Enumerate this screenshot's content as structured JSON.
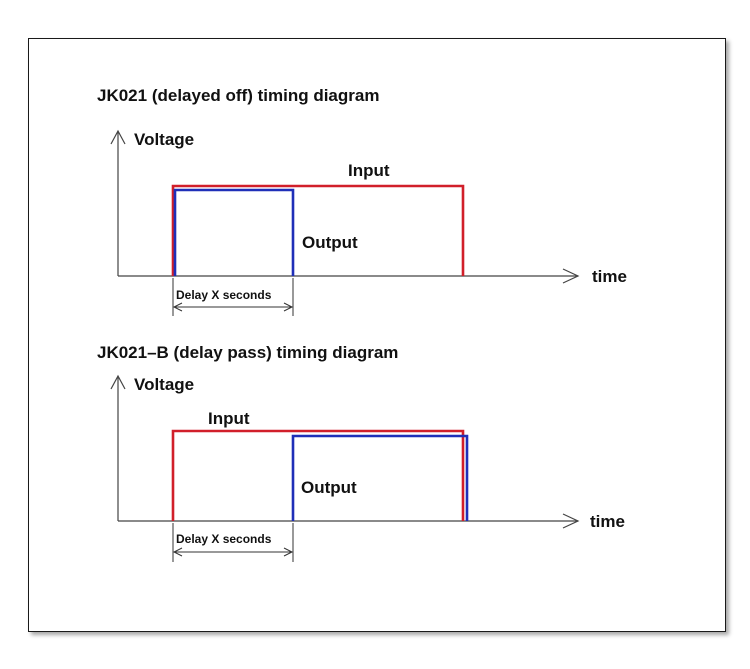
{
  "diagrams": [
    {
      "title": "JK021 (delayed off) timing diagram",
      "y_axis_label": "Voltage",
      "x_axis_label": "time",
      "input_label": "Input",
      "output_label": "Output",
      "delay_label": "Delay X seconds"
    },
    {
      "title": "JK021–B (delay pass) timing diagram",
      "y_axis_label": "Voltage",
      "x_axis_label": "time",
      "input_label": "Input",
      "output_label": "Output",
      "delay_label": "Delay X seconds"
    }
  ],
  "colors": {
    "input": "#d11f2a",
    "output": "#1f2fb8",
    "axis": "#444444",
    "text": "#111111"
  }
}
